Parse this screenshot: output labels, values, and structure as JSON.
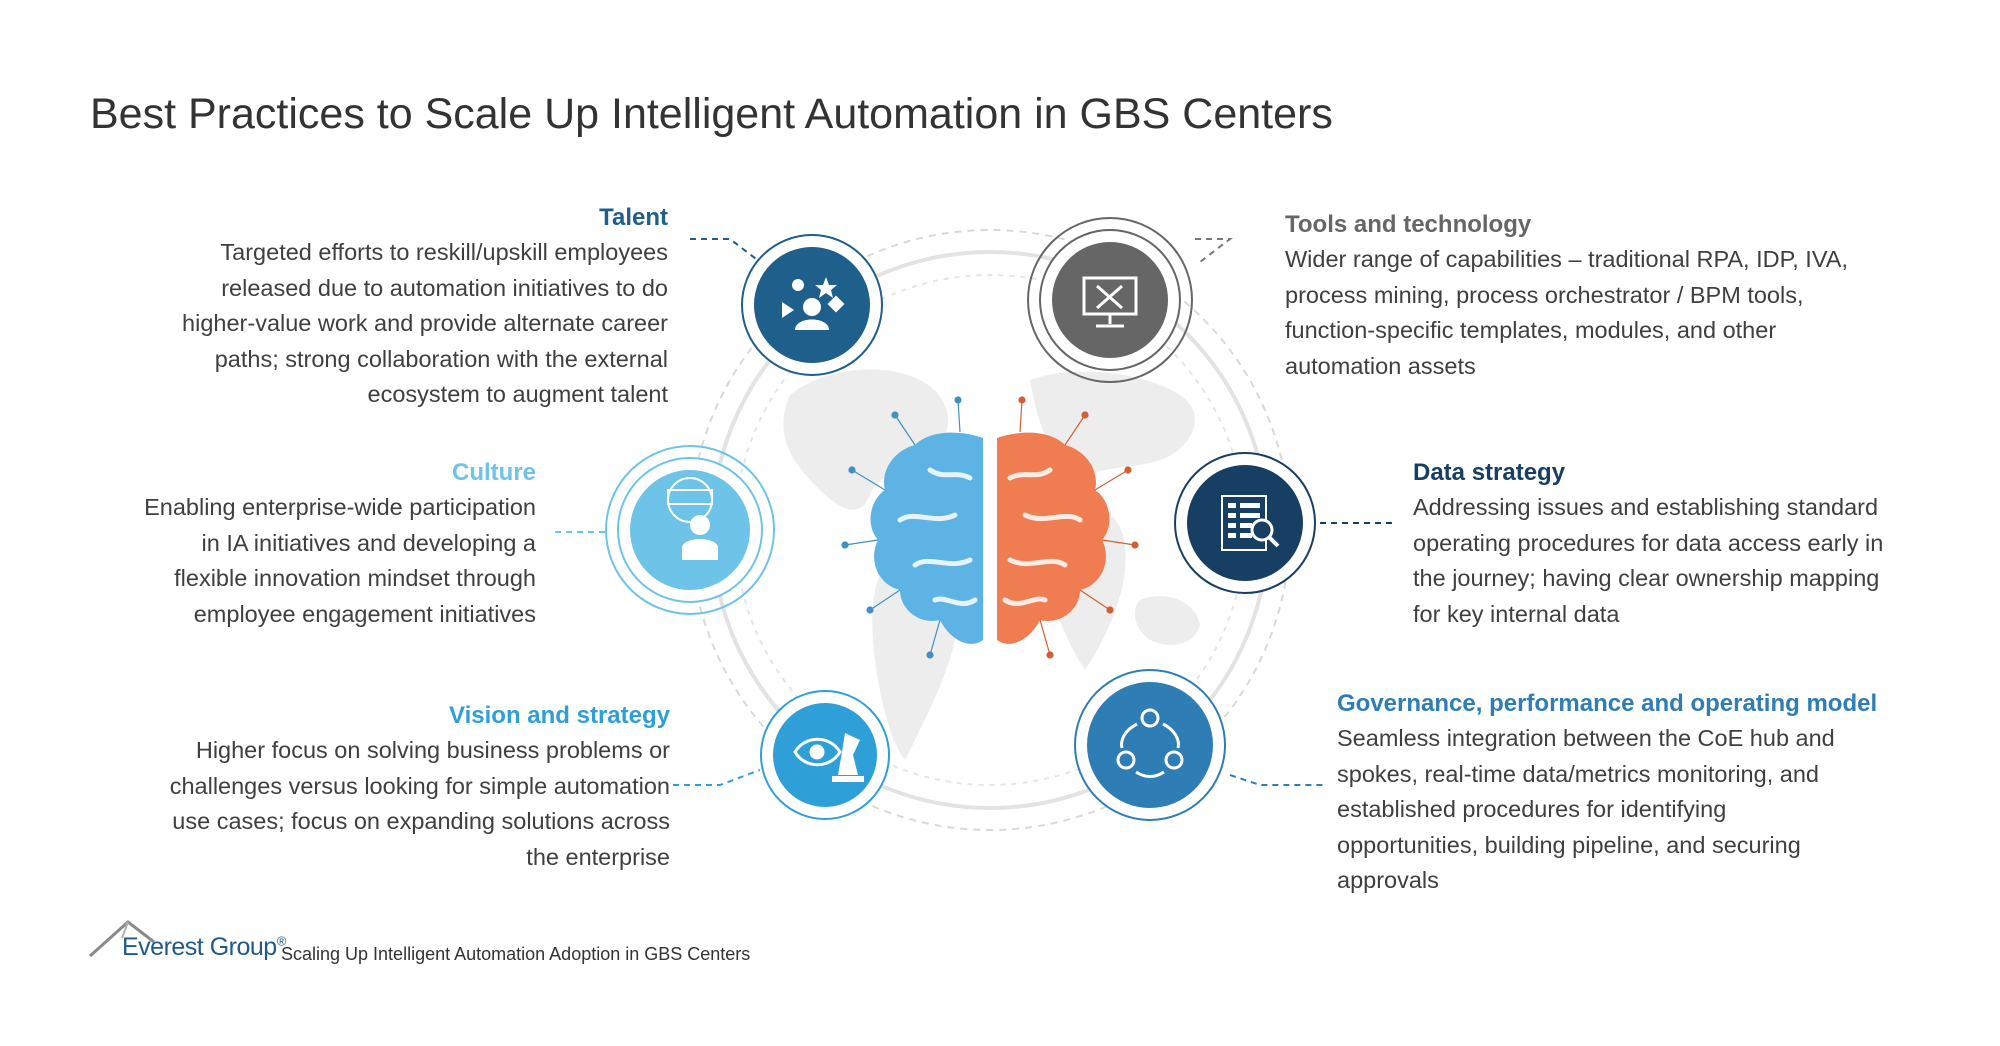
{
  "title": "Best Practices to Scale Up Intelligent Automation in GBS Centers",
  "colors": {
    "talent": "#1f5f8b",
    "culture": "#6ec3e8",
    "vision": "#2f9fd8",
    "tools": "#666666",
    "data": "#163f63",
    "governance": "#2e7db4",
    "brain_left": "#5db3e3",
    "brain_right": "#f07c52"
  },
  "sections": {
    "talent": {
      "heading": "Talent",
      "icon": "people-icon",
      "lines": [
        "Targeted efforts to reskill/upskill employees",
        "released due to automation initiatives to do",
        "higher-value work and provide alternate career",
        "paths; strong collaboration with the external",
        "ecosystem to augment talent"
      ]
    },
    "culture": {
      "heading": "Culture",
      "icon": "engagement-icon",
      "lines": [
        "Enabling enterprise-wide participation",
        "in IA initiatives and developing a",
        "flexible innovation mindset through",
        "employee engagement initiatives"
      ]
    },
    "vision": {
      "heading": "Vision and strategy",
      "icon": "eye-chess-icon",
      "lines": [
        "Higher focus on solving business problems or",
        "challenges versus looking for simple automation",
        "use cases; focus on expanding solutions across",
        "the enterprise"
      ]
    },
    "tools": {
      "heading": "Tools and technology",
      "icon": "monitor-tools-icon",
      "lines": [
        "Wider range of capabilities – traditional RPA, IDP, IVA,",
        "process mining, process orchestrator / BPM tools,",
        "function-specific templates, modules, and other",
        "automation assets"
      ]
    },
    "data": {
      "heading": "Data strategy",
      "icon": "data-search-icon",
      "lines": [
        "Addressing issues and establishing standard",
        "operating procedures for data access early in",
        "the journey; having clear ownership mapping",
        "for key internal data"
      ]
    },
    "governance": {
      "heading": "Governance, performance and operating model",
      "icon": "gears-cycle-icon",
      "lines": [
        "Seamless integration between the CoE hub and",
        "spokes, real-time data/metrics monitoring, and",
        "established procedures for identifying",
        "opportunities, building pipeline, and securing",
        "approvals"
      ]
    }
  },
  "footer": {
    "brand": "Everest Group",
    "registered": "®",
    "caption": "Scaling Up Intelligent Automation Adoption in GBS Centers"
  }
}
